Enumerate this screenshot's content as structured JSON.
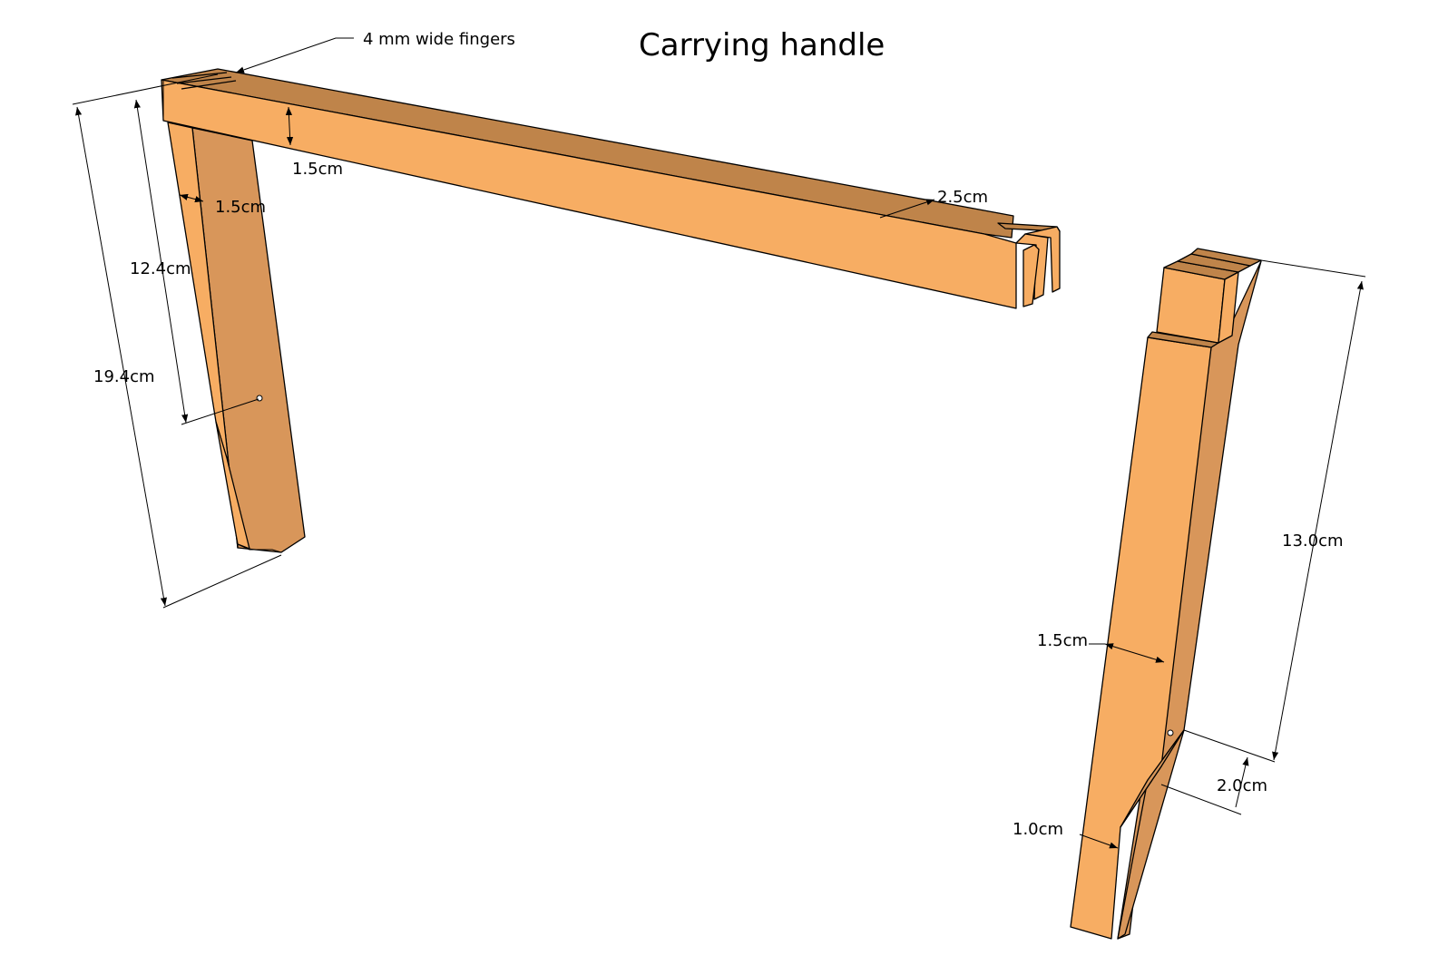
{
  "title": "Carrying handle",
  "annotations": {
    "fingers": "4 mm wide fingers",
    "bar_thickness": "1.5cm",
    "bar_width": "2.5cm",
    "left_leg_thickness": "1.5cm",
    "left_leg_to_pivot": "12.4cm",
    "left_leg_length": "19.4cm",
    "right_leg_upper": "13.0cm",
    "right_leg_thickness": "1.5cm",
    "right_leg_slope": "2.0cm",
    "right_leg_tip": "1.0cm"
  },
  "colors": {
    "face_light": "#F7AD63",
    "face_mid": "#D8965A",
    "face_dark": "#BF844A"
  }
}
